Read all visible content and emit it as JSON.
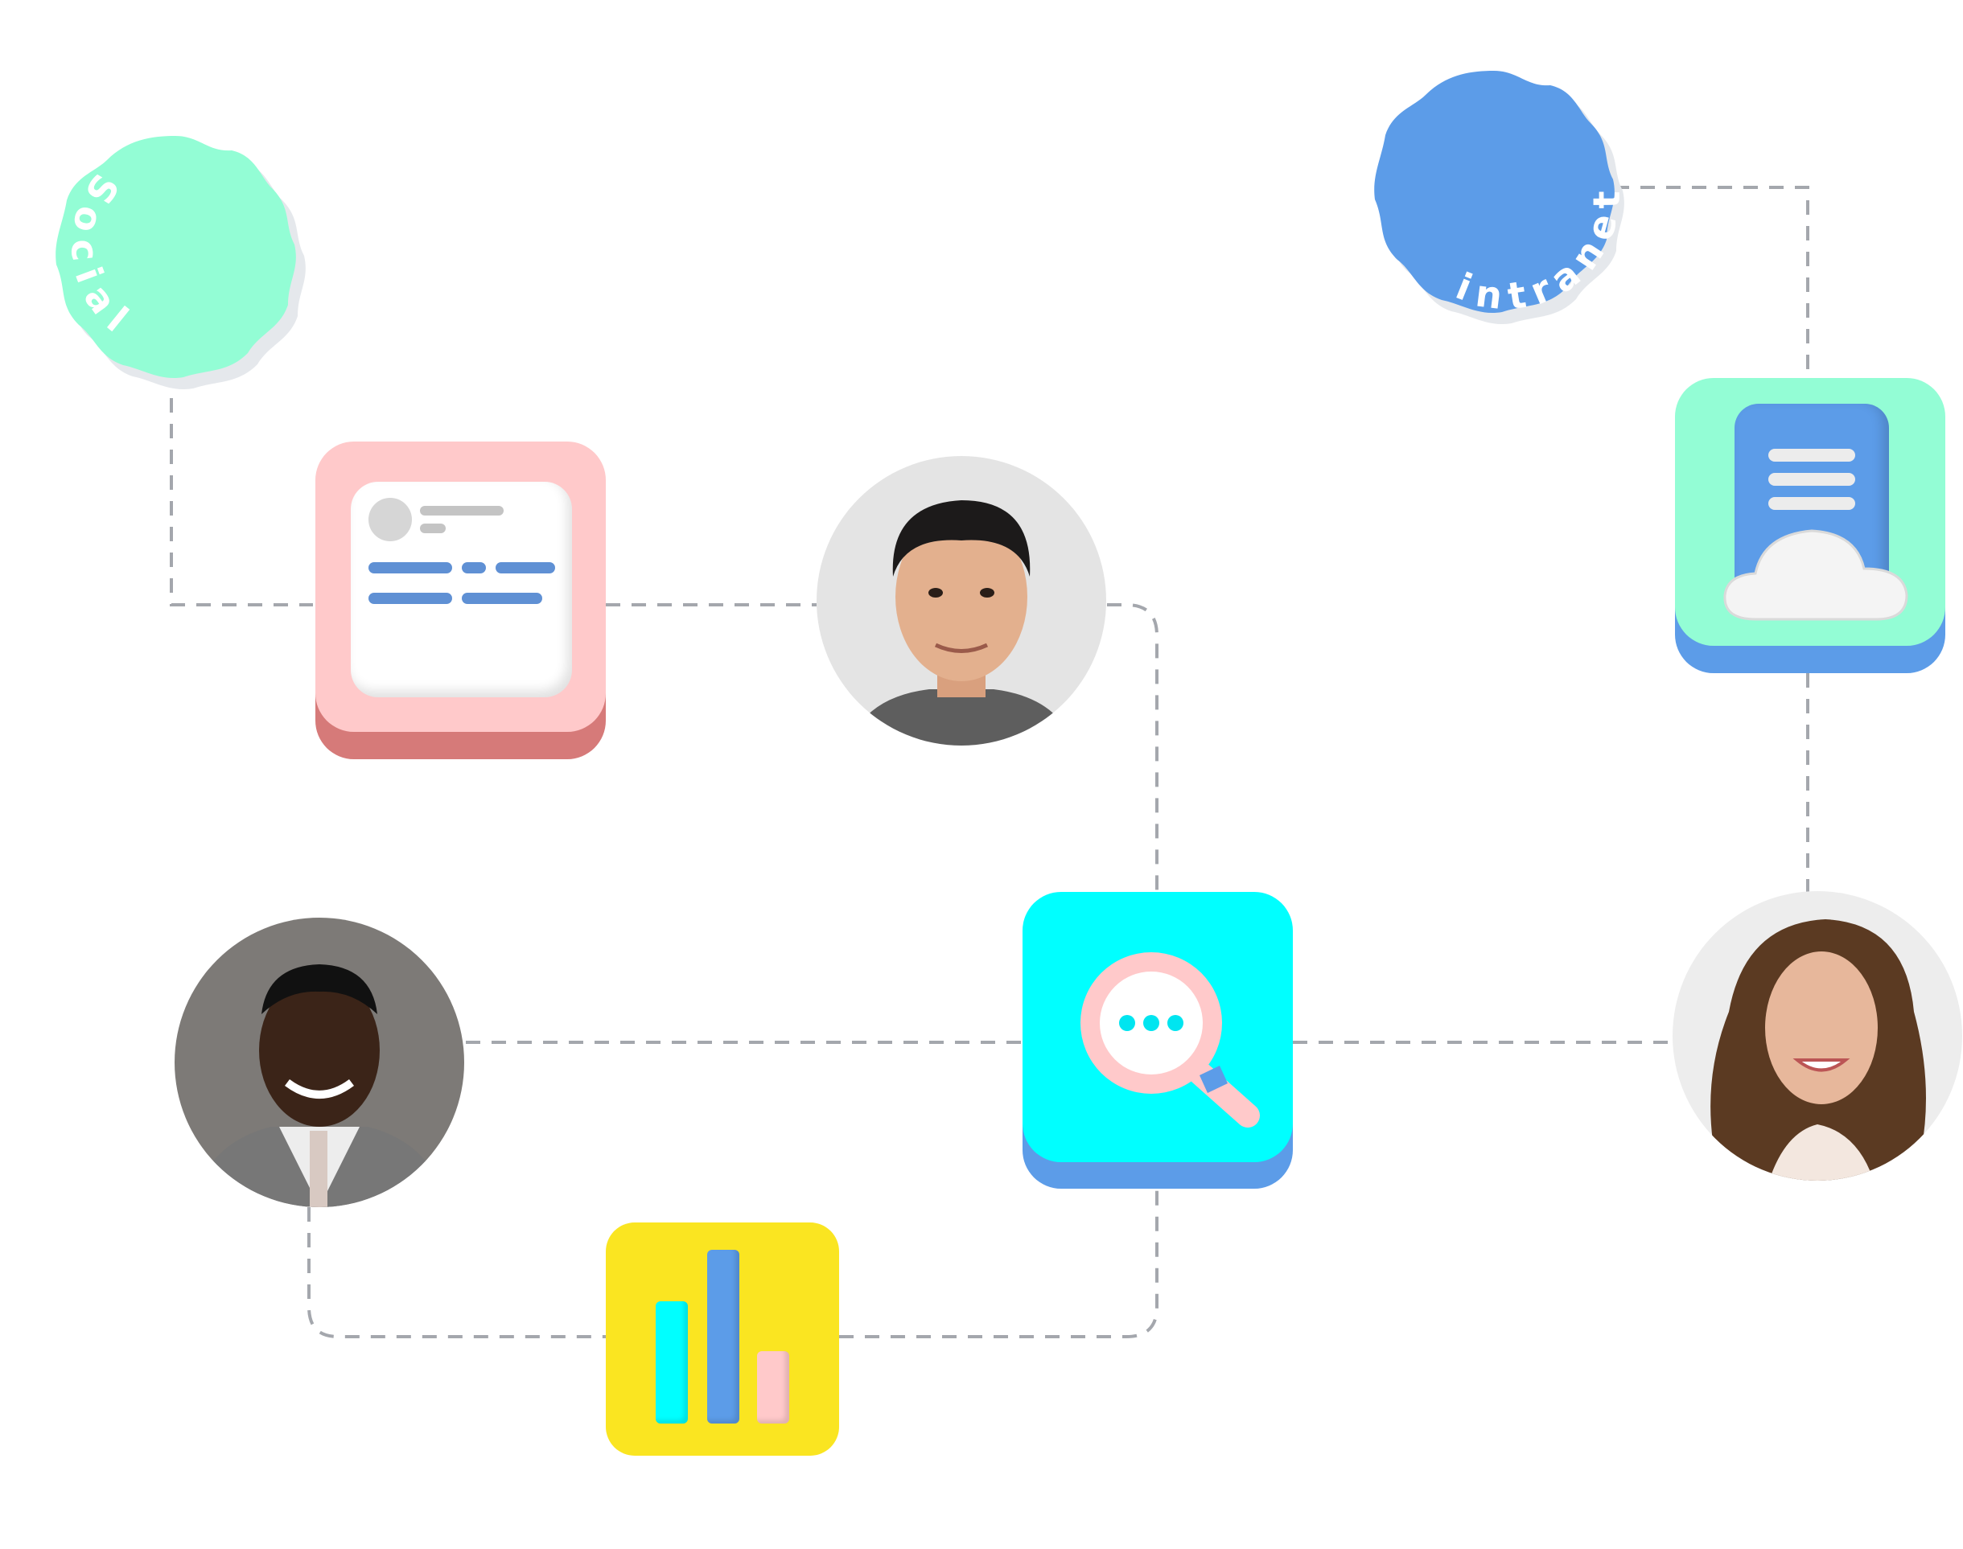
{
  "badges": {
    "social": {
      "label": "Social",
      "color": "#93FDD5"
    },
    "intranet": {
      "label": "intranet",
      "color": "#5C9CE8"
    }
  },
  "nodes": [
    {
      "type": "profile-card-icon",
      "color": "#FFC9CA",
      "shadow": "#D67A79"
    },
    {
      "type": "person-photo"
    },
    {
      "type": "cloud-server-icon",
      "color": "#93FDD5",
      "shadow": "#5C9CE8"
    },
    {
      "type": "search-chat-icon",
      "color": "#00FFFF",
      "shadow": "#5C9CE8"
    },
    {
      "type": "person-photo"
    },
    {
      "type": "person-photo"
    },
    {
      "type": "bar-chart-icon",
      "color": "#FAE521"
    }
  ],
  "connector_color": "#A4A7AD"
}
